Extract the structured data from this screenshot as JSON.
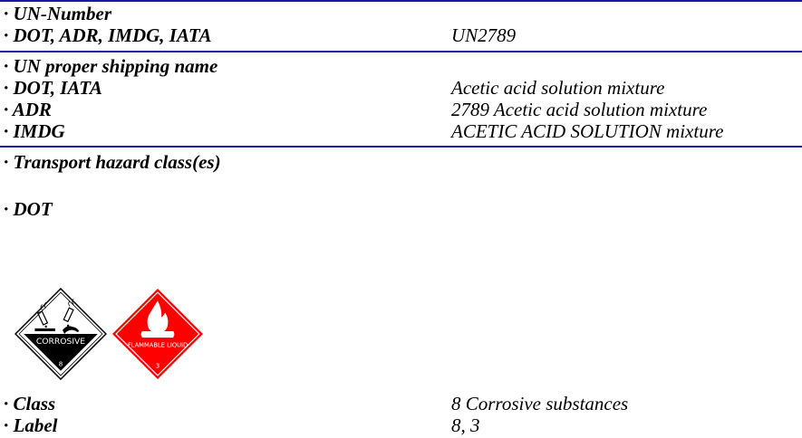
{
  "sections": {
    "un_number": {
      "heading": "· UN-Number",
      "rows": [
        {
          "label": "· DOT, ADR, IMDG, IATA",
          "value": "UN2789"
        }
      ]
    },
    "shipping_name": {
      "heading": "· UN proper shipping name",
      "rows": [
        {
          "label": "· DOT, IATA",
          "value": "Acetic acid solution mixture"
        },
        {
          "label": "· ADR",
          "value": "2789 Acetic acid solution mixture"
        },
        {
          "label": "· IMDG",
          "value": "ACETIC ACID SOLUTION mixture"
        }
      ]
    },
    "hazard_class": {
      "heading": "· Transport hazard class(es)",
      "subheading": "· DOT",
      "rows": [
        {
          "label": "· Class",
          "value": "8 Corrosive substances"
        },
        {
          "label": "· Label",
          "value": "8, 3"
        }
      ]
    }
  },
  "placards": [
    {
      "text": "CORROSIVE",
      "number": "8",
      "top_color": "#ffffff",
      "bottom_color": "#000000",
      "icon": "corrosive-pictogram-icon"
    },
    {
      "text": "FLAMMABLE LIQUID",
      "number": "3",
      "color": "#ff0000",
      "icon": "flame-icon"
    }
  ],
  "colors": {
    "rule": "#1a1aa6"
  }
}
